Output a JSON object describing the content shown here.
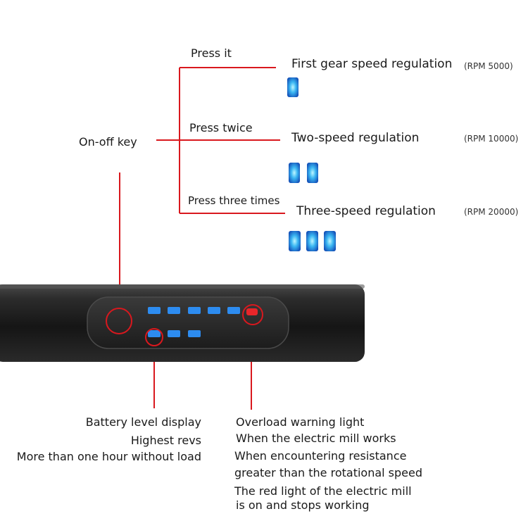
{
  "labels": {
    "on_off_key": "On-off key",
    "press_once": "Press it",
    "press_twice": "Press twice",
    "press_three": "Press three times",
    "gear1": "First gear speed regulation",
    "gear2": "Two-speed regulation",
    "gear3": "Three-speed regulation",
    "rpm1": "(RPM 5000)",
    "rpm2": "(RPM 10000)",
    "rpm3": "(RPM 20000)"
  },
  "battery": {
    "line1": "Battery level display",
    "line2": "Highest revs",
    "line3": "More than one hour without load"
  },
  "overload": {
    "line1": "Overload warning light",
    "line2": "When the electric mill works",
    "line3": "When encountering resistance",
    "line4": "greater than the rotational speed",
    "line5": "The red light of the electric mill",
    "line6": "is on and stops working"
  },
  "colors": {
    "callout_line": "#d9181e",
    "led_blue": "#2d8cf0",
    "led_red": "#e8262a",
    "body_dark": "#1e1e1e"
  }
}
